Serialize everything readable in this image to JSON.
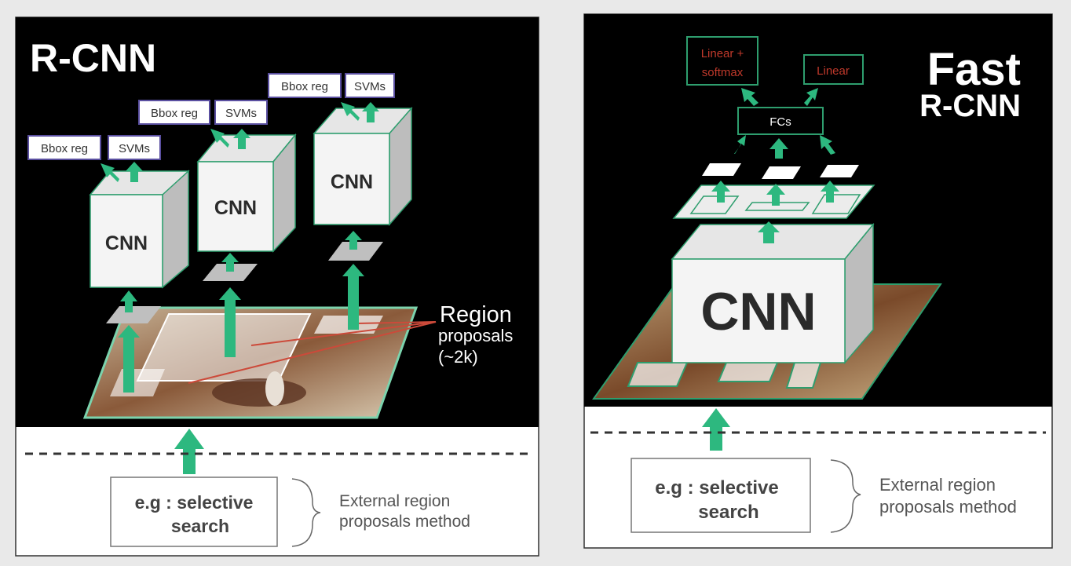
{
  "left": {
    "title": "R-CNN",
    "cnn_labels": [
      "CNN",
      "CNN",
      "CNN"
    ],
    "bbox_label": "Bbox reg",
    "svm_label": "SVMs",
    "region_label": [
      "Region",
      "proposals",
      "(~2k)"
    ],
    "search_box": [
      "e.g : selective",
      "search"
    ],
    "external_label": [
      "External region",
      "proposals method"
    ]
  },
  "right": {
    "title": [
      "Fast",
      "R-CNN"
    ],
    "cnn_label": "CNN",
    "fcs_label": "FCs",
    "linear_softmax": [
      "Linear +",
      "softmax"
    ],
    "linear_label": "Linear",
    "search_box": [
      "e.g : selective",
      "search"
    ],
    "external_label": [
      "External region",
      "proposals method"
    ]
  },
  "colors": {
    "arrow_green": "#2db87f",
    "outline_green": "#2e9e6e",
    "box_purple": "#5a4fa0",
    "label_red": "#c0392b",
    "panel_black": "#000000"
  }
}
